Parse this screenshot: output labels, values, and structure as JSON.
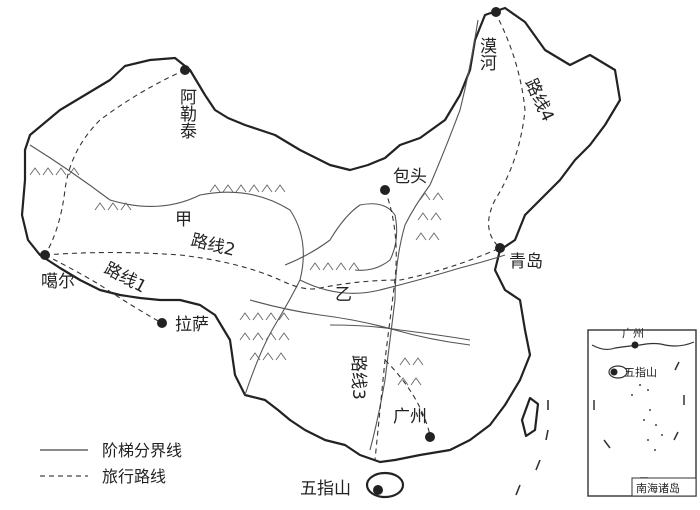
{
  "cities": {
    "mohe": "漠河",
    "altay": "阿勒泰",
    "baotou": "包头",
    "qingdao": "青岛",
    "gar": "噶尔",
    "lhasa": "拉萨",
    "guangzhou": "广州",
    "wuzhishan": "五指山"
  },
  "regions": {
    "jia": "甲",
    "yi": "乙"
  },
  "routes": {
    "route1": "路线1",
    "route2": "路线2",
    "route3": "路线3",
    "route4": "路线4"
  },
  "legend": {
    "step_boundary": "阶梯分界线",
    "travel_route": "旅行路线"
  },
  "inset": {
    "title": "南海诸岛",
    "guangzhou": "广州",
    "wuzhishan": "五指山"
  }
}
